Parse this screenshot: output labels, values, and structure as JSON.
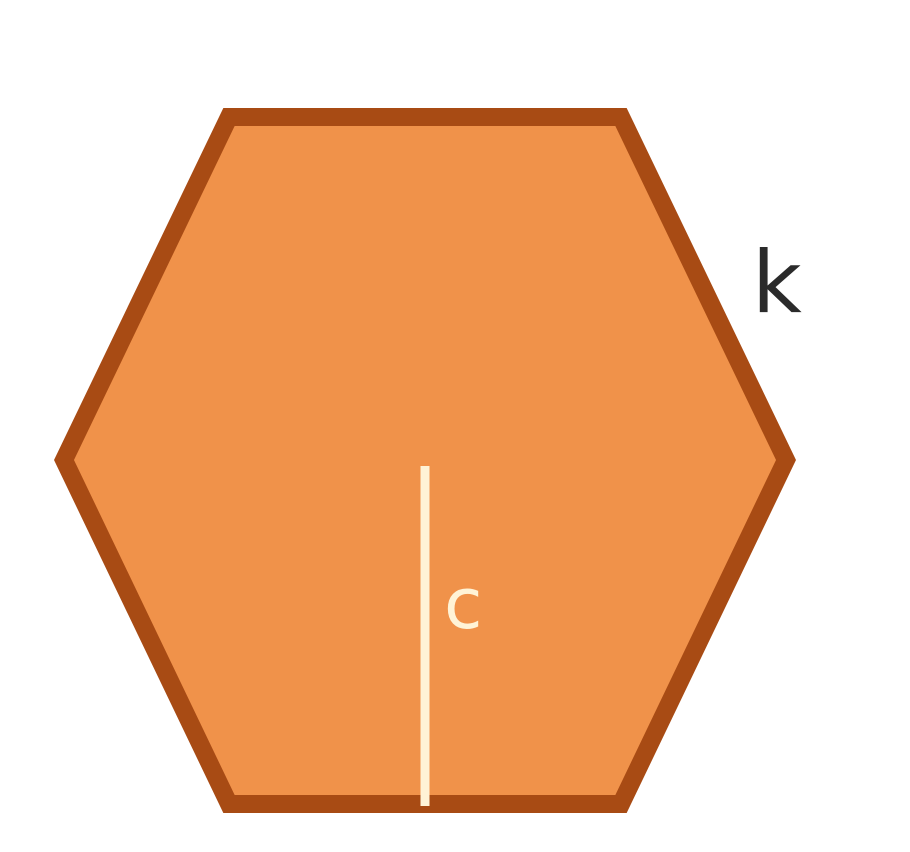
{
  "diagram": {
    "shape": "regular-hexagon",
    "labels": {
      "side": "k",
      "apothem": "c"
    },
    "colors": {
      "fill": "#F0924A",
      "stroke": "#A84B14",
      "apothem_line": "#FFF3D6",
      "side_label": "#2B2B2B",
      "apothem_label": "#FFF3D6"
    }
  }
}
